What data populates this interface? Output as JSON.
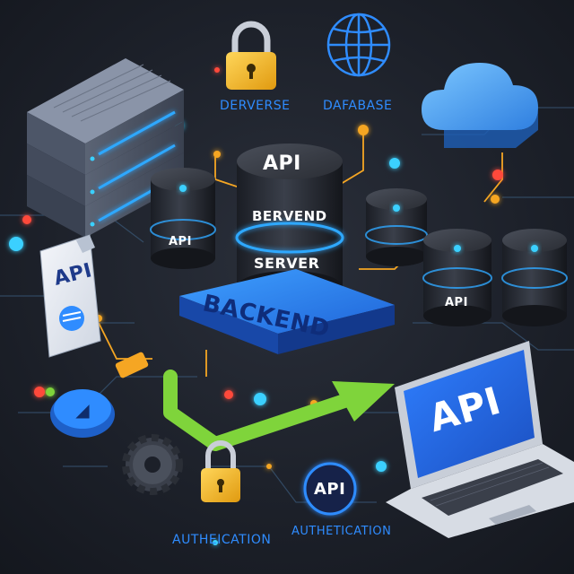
{
  "labels": {
    "deploy": "DERVERSE",
    "database": "DAFABASE",
    "api_top": "API",
    "bervend": "BERVEND",
    "server": "SERVER",
    "api_left_db": "API",
    "api_doc": "API",
    "backend": "BACKEND",
    "api_right_db": "API",
    "api_laptop": "API",
    "api_badge": "API",
    "auth_left": "AUTHEICATION",
    "auth_right": "AUTHETICATION"
  },
  "colors": {
    "accent_blue": "#2f8cff",
    "neon_cyan": "#3ad0ff",
    "green_arrow": "#7fd43b",
    "lock_gold": "#f2b92a",
    "circuit_orange": "#f5a623"
  },
  "icons": [
    "server-rack-icon",
    "lock-icon",
    "globe-icon",
    "cloud-icon",
    "database-icon",
    "document-icon",
    "laptop-icon",
    "gear-icon",
    "arrow-icon"
  ]
}
